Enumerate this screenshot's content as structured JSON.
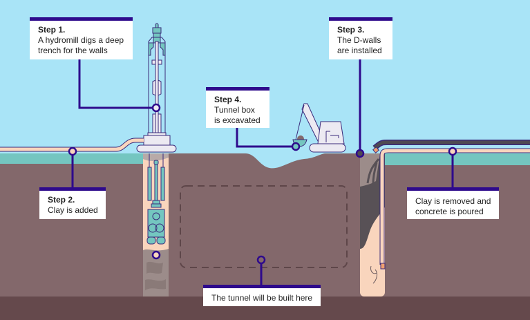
{
  "diagram": {
    "title": "How the tunnel box is built",
    "colors": {
      "sky": "#a9e4f7",
      "ground": "#83686b",
      "bedrock": "#65494c",
      "grass": "#74c6c0",
      "leader_line": "#2e0a8c",
      "clay_pipe": "#f9d5bd",
      "concrete_pipe": "#4f4a53",
      "machine_body": "#eceaf2",
      "machine_accent": "#74c6c0",
      "outline": "#3a2a7a"
    },
    "callouts": [
      {
        "id": "step1",
        "step": "Step 1.",
        "text_lines": [
          "A hydromill digs a deep",
          "trench for the walls"
        ]
      },
      {
        "id": "step2",
        "step": "Step 2.",
        "text_lines": [
          "Clay is added"
        ]
      },
      {
        "id": "step3",
        "step": "Step 3.",
        "text_lines": [
          "The D-walls",
          "are installed"
        ]
      },
      {
        "id": "step4",
        "step": "Step 4.",
        "text_lines": [
          "Tunnel box",
          "is excavated"
        ]
      },
      {
        "id": "clay-removed",
        "step": "",
        "text_lines": [
          "Clay is removed and",
          "concrete is poured"
        ]
      },
      {
        "id": "tunnel",
        "step": "",
        "text_lines": [
          "The tunnel will be built here"
        ]
      }
    ],
    "elements": [
      "hydromill-rig",
      "trench-with-clay",
      "excavator",
      "d-wall-trench-concrete",
      "tunnel-outline",
      "clay-pipe",
      "concrete-pipe"
    ]
  }
}
